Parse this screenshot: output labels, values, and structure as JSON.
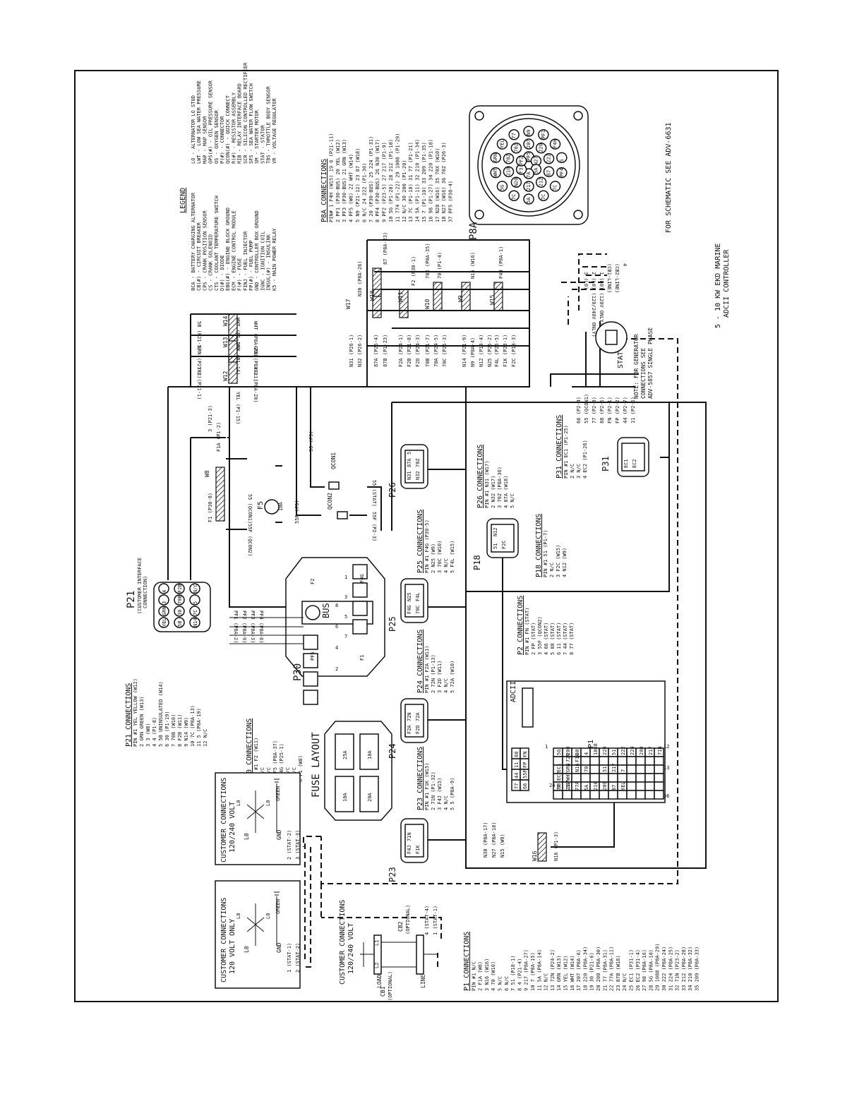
{
  "title": "5 - 10 KW EKD MARINE",
  "subtitle": "ADCII CONTROLLER",
  "schematic_note": "FOR SCHEMATIC SEE ADV-6631",
  "generator_note": [
    "NOTE: FOR GENERATOR",
    "CONNECTIONS SEE",
    "ADV-5857 SINGLE PHASE"
  ],
  "legend": {
    "heading": "LEGEND",
    "items": [
      "BCA - BATTERY CHARGING ALTERNATOR",
      "CB(#) - CIRCUIT BREAKER",
      "CPS - CRANK POSITION SENSOR",
      "CS - CRANK SOLENOID",
      "CTS - COOLANT TEMPERATURE SWITCH",
      "D(#) - DIODE",
      "EBG(#) - ENGINE BLOCK GROUND",
      "ECM - ENGINE CONTROL MODULE",
      "F(#) - FUSE",
      "FINJ - FUEL INJECTOR",
      "FP(#) - FUEL PUMP",
      "GND - CONTROLLER BOX GROUND",
      "IGNC - IGNITION COIL",
      "INSUL(#) - INSULINK",
      "K5 - MAIN POWER RELAY",
      "LO - ALTERNATOR LO STUD",
      "LWT - LOW SEA WATER PRESSURE",
      "MAP - MAP SENSOR",
      "OPS(#) - OIL PRESSURE SENSOR",
      "OS - OXYGEN SENSOR",
      "P(#) - CONNECTOR",
      "QCON(#) - QUICK CONNECT",
      "R(#) - RESISTOR ASSEMBLY",
      "RIB - RELAY INTERFACE BOARD",
      "SCR - SILICON CONTROLLED RECTIFIER",
      "SFS - SEA WATER FLOW SWITCH",
      "SM - STARTER MOTOR",
      "STAT - STATOR",
      "TBS - THROTTLE BODY SENSOR",
      "VR - VOLTAGE REGULATOR"
    ]
  },
  "p8a_connections": {
    "heading": "P8A CONNECTIONS",
    "rows": [
      "PIN# 1  F4H   (W15)        19  6    (P21-11)",
      "     2  PF1   (P30-BUS)    20  YEL  (W12)",
      "     3  PF3   (P30-BUS)    21  GRN  (W13)",
      "     4  PF5   (W8)         22  WHT  (W14)",
      "     5  N9    (P21-12)     23  87   (W18)",
      "     6  N/C                24  222  (P1-30)",
      "     7  20    (P30-BUS)    25  224  (P1-31)",
      "     8  PF4   (P30-BUS)    26  N30  (W17)",
      "     9  PF2   (P23-5)      27  217  (P1-9)",
      "    10  5G    (P1-28)      28  212  (P1-10)",
      "    11  774   (P1-22)      29  1088 (P1-29)",
      "    12  N/C                30  200  (P1-20)",
      "    13  7C    (P1-10)      31  77   (P1-21)",
      "    14  5A    (P1-11)      32  210  (P1-34)",
      "    15  7     (P1-10)      33  209  (P1-35)",
      "    16  98    (P1-27)      34  220  (P1-18)",
      "    17  N20   (W16)        35  70X  (W10)",
      "    18  N27   (W16)        36  70Z  (P26-3)",
      "                           37  PF5  (P30-4)"
    ]
  },
  "p8a": {
    "label": "P8A",
    "pins": [
      "N9",
      "PF1",
      "F4H",
      "S",
      "PF4",
      "7C",
      "7C",
      "5A",
      "7C",
      "5G",
      "WHT",
      "GRN",
      "YEL",
      "77",
      "207",
      "220",
      "222",
      "87",
      "212",
      "217",
      "N20",
      "210",
      "70Z",
      "70Z",
      "PF5",
      "N27",
      "5A",
      "7A",
      "F3",
      "PF2"
    ]
  },
  "p21_connections": {
    "heading": "P21 CONNECTIONS",
    "rows": [
      "PIN #1  YEL  YELLOW (W12)",
      "     2  GRN  GREEN  (W13)",
      "     3  3    (W8)",
      "     4  4    (P1-8)",
      "     5  5B   UNINSULATED (W14)",
      "     6  30   (P1-19)",
      "     7  70B  (W10)",
      "     8  F2B  (W11)",
      "     9  N14  (W9)",
      "    10  7C   (P8A-13)",
      "    11  5    (P8A-19)",
      "    12  N/C"
    ]
  },
  "p21": {
    "label": "P21",
    "sublabel": [
      "(CUSTOMER INTERFACE",
      "CONNECTION)"
    ],
    "pins": [
      "YEL",
      "GRN",
      "3",
      "4",
      "5B",
      "30",
      "70B",
      "F2B",
      "N14",
      "7C",
      "5",
      "N/C"
    ]
  },
  "p30_connections": {
    "heading": "P30 CONNECTIONS",
    "rows": [
      "PIN #1  F2   (W11)",
      "     2  N/C",
      "     3  N/C",
      "     4  PF5  (P8A-37)",
      "     5  F4G  (P25-1)",
      "     6  N/C",
      "     7  N/C",
      "     8  F1   (W8)"
    ]
  },
  "p30": {
    "label": "P30",
    "bus_label": "BUS",
    "top_pins": [
      "F2",
      "F4G"
    ],
    "bottom_pins": [
      "PF5",
      "F1"
    ],
    "nums_top": [
      "1",
      "3",
      "5",
      "7"
    ],
    "nums_bottom": [
      "2",
      "4",
      "6",
      "8"
    ],
    "bus_wires": [
      "PF1 (P8A-2)",
      "PF2 (P8A-9)",
      "PF3 (P8A-3)",
      "PF4 (P8A-8)"
    ]
  },
  "fuse_layout": {
    "label": "FUSE LAYOUT",
    "fuses": [
      "10A",
      "25A",
      "20A",
      "10A"
    ]
  },
  "p23_connections": {
    "heading": "P23 CONNECTIONS",
    "rows": [
      "PIN #1  F1K  (W15)",
      "     2  71N  (P1-32)",
      "     3  F4J  (W15)",
      "     4  N/C",
      "     5  5    (P8A-9)"
    ]
  },
  "p24_connections": {
    "heading": "P24 CONNECTIONS",
    "rows": [
      "PIN #1  F2A  (W11)",
      "     2  72N  (P1-13)",
      "     3  F2D  (W11)",
      "     4  N/C",
      "     5  72A  (W10)"
    ]
  },
  "p25_connections": {
    "heading": "P25 CONNECTIONS",
    "rows": [
      "PIN #1  F4G  (P30-5)",
      "     2  N25  (W9)",
      "     3  70C  (W10)",
      "     4  N/C",
      "     5  F4L  (W15)"
    ]
  },
  "p26_connections": {
    "heading": "P26 CONNECTIONS",
    "rows": [
      "PIN #1  N31  (W17)",
      "     2  N32  (W17)",
      "     3  70Z  (P8A-36)",
      "     4  87A  (W18)",
      "     5  N/C"
    ]
  },
  "p18_connections": {
    "heading": "P18 CONNECTIONS",
    "rows": [
      "PIN #1  51   (P1-7)",
      "     2  N/C",
      "     3  F2C  (W15)",
      "     4  N12  (W9)"
    ]
  },
  "p31_connections": {
    "heading": "P31 CONNECTIONS",
    "rows": [
      "PIN #1  EC1  (P1-25)",
      "     2  N/C",
      "     3  N/C",
      "     4  EC2  (P1-26)"
    ]
  },
  "p2_connections": {
    "heading": "P2 CONNECTIONS",
    "rows": [
      "PIN #1  FN   (STAT)",
      "     2  FP   (STAT)",
      "     3  55F  (QCON2)",
      "     4  66   (STAT)",
      "     5  88   (STAT)",
      "     6  11   (STAT)",
      "     7  44   (STAT)",
      "     8  77   (STAT)"
    ]
  },
  "p1_connections": {
    "heading": "P1 CONNECTIONS",
    "rows": [
      "PIN #1  N/C",
      "     2  F1A  (W8)",
      "     3  N16  (W16)",
      "     4  70   (W10)",
      "     5  N/C",
      "     6  N/C",
      "     7  51   (P18-1)",
      "     8  4    (P21-4)",
      "     9  217  (P8A-27)",
      "    10  7    (P8A-15)",
      "    11  5A   (P8A-14)",
      "    12  N/C",
      "    13  72N  (P24-2)",
      "    14  GRN  (W13)",
      "    15  YEL  (W12)",
      "    16  WHT  (W14)",
      "    17  207  (P8A-6)",
      "    18  220  (P8A-34)",
      "    19  30   (P21-6)",
      "    20  200  (P8A-30)",
      "    21  77   (P8A-31)",
      "    22  77A  (P8A-11)",
      "    23  87B  (W18)",
      "    24  N/C",
      "    25  EC1  (P31-1)",
      "    26  EC2  (P31-4)",
      "    27  98   (P8A-16)",
      "    28  5G   (P8A-10)",
      "    29  1088 (P8A-29)",
      "    30  222  (P8A-24)",
      "    31  224  (P8A-25)",
      "    32  71N  (P23-2)",
      "    33  212  (P8A-28)",
      "    34  210  (P8A-32)",
      "    35  209  (P8A-33)"
    ]
  },
  "adcii": {
    "label": "ADCII",
    "p2_label": "P2",
    "p1_label": "P1",
    "p2_top": [
      "77",
      "44",
      "11",
      "88"
    ],
    "p2_bottom": [
      "66",
      "55F",
      "FP",
      "FN"
    ],
    "p1_top": [
      "",
      "72N",
      "F1A",
      "",
      "",
      "",
      "",
      "",
      "",
      "",
      "",
      ""
    ],
    "p1_mid": [
      "EC1",
      "GRN",
      "N16",
      "70",
      "",
      "51",
      "217",
      "7",
      "",
      "",
      "",
      ""
    ],
    "p1_row3": [
      "EC2",
      "WHT",
      "",
      "",
      "",
      "",
      "",
      "",
      "",
      "",
      "",
      ""
    ],
    "p1_row4": [
      "98",
      "207",
      "",
      "",
      "",
      "",
      "",
      "",
      "",
      "",
      "",
      ""
    ],
    "p1_nums": [
      "24",
      "1",
      "12",
      "13",
      "36"
    ],
    "p1_extra": [
      "5G",
      "200",
      "30",
      "4",
      "1088",
      "220",
      "51",
      "222",
      "224",
      "200",
      "217",
      "71N",
      "77",
      "212",
      "77A",
      "5A",
      "210",
      "209",
      "87",
      "YEL"
    ]
  },
  "harness": {
    "W8": {
      "label": "W8",
      "wires": [
        "F1 (P30-8)",
        "F1A (P1-2)",
        "3 (P21-3)"
      ]
    },
    "W12": {
      "label": "W12",
      "wires": [
        "YEL (P21-1)",
        "YEL (P1-15)",
        "YEL (P8A-20)"
      ]
    },
    "W13": {
      "label": "W13",
      "wires": [
        "GRN (P21-2)",
        "GRN (P1-14)",
        "GRN (P8A-21)"
      ]
    },
    "W14": {
      "label": "W14",
      "wires": [
        "5B (P21-5)",
        "WHT (P1-16)",
        "WHT (P8A-22)"
      ]
    },
    "W17": {
      "label": "W17",
      "wires": [
        "N31 (P26-1)",
        "N32 (P26-2)",
        "N30 (P8A-26)"
      ]
    },
    "W18": {
      "label": "W18",
      "wires": [
        "87A (P26-4)",
        "87B (P1-23)",
        "87 (P8A-23)"
      ]
    },
    "W11": {
      "label": "W11",
      "wires": [
        "F2A (P24-1)",
        "F2B (P21-8)",
        "F2D (P24-3)",
        "F2 (P30-1)"
      ]
    },
    "W10": {
      "label": "W10",
      "wires": [
        "70B (P21-7)",
        "70A (P24-5)",
        "70C (P25-3)",
        "70X (P8A-35)",
        "70 (P1-4)"
      ]
    },
    "W9": {
      "label": "W9",
      "wires": [
        "N14 (P21-9)",
        "N9 (P8A-4)",
        "N12 (P18-4)",
        "N25 (P25-2)",
        "N15 (W16)"
      ]
    },
    "W15": {
      "label": "W15",
      "wires": [
        "F4L (P25-5)",
        "F1K (P23-1)",
        "F2C (P18-3)",
        "F4H (P8A-1)"
      ]
    },
    "W16": {
      "label": "W16",
      "wires": [
        "N30 (P8A-17)",
        "N27 (P8A-18)",
        "N15 (W9)",
        "N16 (P1-3)"
      ]
    },
    "F5": {
      "label": "F5",
      "rating": "10A"
    },
    "wires_f5": [
      "55 (QCON1)",
      "55F (QCON2)"
    ],
    "qcon": [
      "QCON1",
      "QCON2",
      "55 (F5)",
      "55F (F5)",
      "55 (STAT)",
      "55F (P2-3)"
    ]
  },
  "connectors": {
    "P23": {
      "label": "P23",
      "pins": [
        "F4J",
        "F1K",
        "71N"
      ]
    },
    "P24": {
      "label": "P24",
      "pins": [
        "F2A",
        "F2D",
        "72N",
        "72A"
      ]
    },
    "P25": {
      "label": "P25",
      "pins": [
        "F4G",
        "70C",
        "N25",
        "F4L"
      ]
    },
    "P26": {
      "label": "P26",
      "pins": [
        "N31",
        "N32",
        "87A",
        "70Z",
        "5"
      ]
    },
    "P18": {
      "label": "P18",
      "pins": [
        "51",
        "F2C",
        "N12"
      ]
    },
    "P31": {
      "label": "P31",
      "pins": [
        "EC1",
        "EC2"
      ]
    }
  },
  "stator": {
    "label": "STAT",
    "leads": [
      "66 (P2-4)",
      "55 (QCON1)",
      "77 (P2-8)",
      "88 (P2-5)",
      "FN (P2-1)",
      "FP (P2-2)",
      "44 (P2-7)",
      "11 (P2-6)"
    ],
    "output": [
      "3 (L0)",
      "2 (L0) (120/240V ONLY)",
      "1 (L0) (120V ONLY)",
      "(CB1-LINE)",
      "(CB2-LINE)",
      "4"
    ]
  },
  "customer_120": {
    "title": [
      "CUSTOMER CONNECTIONS",
      "120 VOLT ONLY"
    ],
    "labels": [
      "L0",
      "L0",
      "L0",
      "GND",
      "GREEN"
    ],
    "leads": [
      "1 (STAT-1)",
      "2 (STAT-2)"
    ]
  },
  "customer_120_240": {
    "title": [
      "CUSTOMER CONNECTIONS",
      "120/240 VOLT"
    ],
    "labels": [
      "L0",
      "L0",
      "L0",
      "GND",
      "GREEN"
    ],
    "leads": [
      "2 (STAT-2)",
      "3 (STAT-3)"
    ]
  },
  "customer_cb": {
    "title": [
      "CUSTOMER CONNECTIONS",
      "120/240 VOLT"
    ],
    "cb1": [
      "CB1",
      "(OPTIONAL)"
    ],
    "cb2": [
      "CB2",
      "(OPTIONAL)"
    ],
    "load": "LOAD",
    "line": "LINE",
    "terms": [
      "L1",
      "L2"
    ],
    "leads": [
      "4 (STAT-4)",
      "1 (STAT-1)"
    ]
  }
}
